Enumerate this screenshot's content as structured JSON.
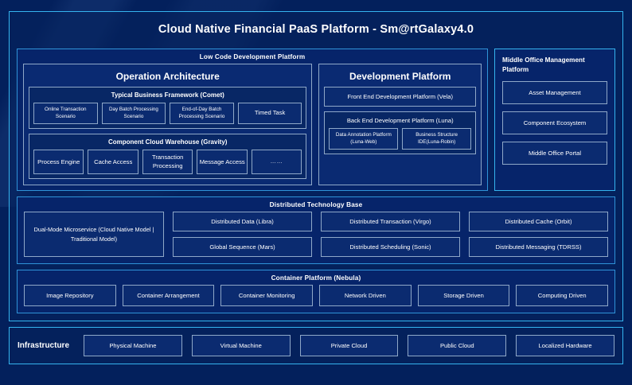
{
  "title": "Cloud Native Financial PaaS Platform - Sm@rtGalaxy4.0",
  "colors": {
    "background": "#03205c",
    "frame_accent": "#35b4ef",
    "panel_fill": "#06246a",
    "box_border": "#8fa8c8",
    "box_fill": "#0b2b70",
    "text": "#ffffff"
  },
  "low_code": {
    "header": "Low Code Development Platform",
    "operation_architecture": {
      "title": "Operation Architecture",
      "groups": [
        {
          "title": "Typical Business Framework (Comet)",
          "items": [
            "Online Transaction Scenario",
            "Day Batch Processing Scenario",
            "End-of-Day Batch Processing Scenario",
            "Timed Task"
          ]
        },
        {
          "title": "Component Cloud Warehouse (Gravity)",
          "items": [
            "Process Engine",
            "Cache Access",
            "Transaction Processing",
            "Message Access",
            "……"
          ]
        }
      ]
    },
    "development_platform": {
      "title": "Development Platform",
      "front_end": "Front End Development Platform (Vela)",
      "back_end": {
        "title": "Back End Development Platform (Luna)",
        "items": [
          "Data Annotation Platform (Luna-Web)",
          "Business Structure IDE(Luna-Robin)"
        ]
      }
    }
  },
  "middle_office": {
    "title": "Middle Office Management Platform",
    "items": [
      "Asset Management",
      "Component Ecosystem",
      "Middle Office Portal"
    ]
  },
  "distributed_technology_base": {
    "header": "Distributed Technology Base",
    "wide_item": "Dual-Mode Microservice (Cloud Native Model | Traditional Model)",
    "columns": [
      {
        "top": "Distributed Data (Libra)",
        "bottom": "Global Sequence (Mars)"
      },
      {
        "top": "Distributed Transaction (Virgo)",
        "bottom": "Distributed Scheduling (Sonic)"
      },
      {
        "top": "Distributed Cache (Orbit)",
        "bottom": "Distributed Messaging (TDRSS)"
      }
    ]
  },
  "container_platform": {
    "header": "Container Platform (Nebula)",
    "items": [
      "Image Repository",
      "Container Arrangement",
      "Container Monitoring",
      "Network Driven",
      "Storage Driven",
      "Computing Driven"
    ]
  },
  "infrastructure": {
    "label": "Infrastructure",
    "items": [
      "Physical Machine",
      "Virtual Machine",
      "Private Cloud",
      "Public Cloud",
      "Localized Hardware"
    ]
  }
}
